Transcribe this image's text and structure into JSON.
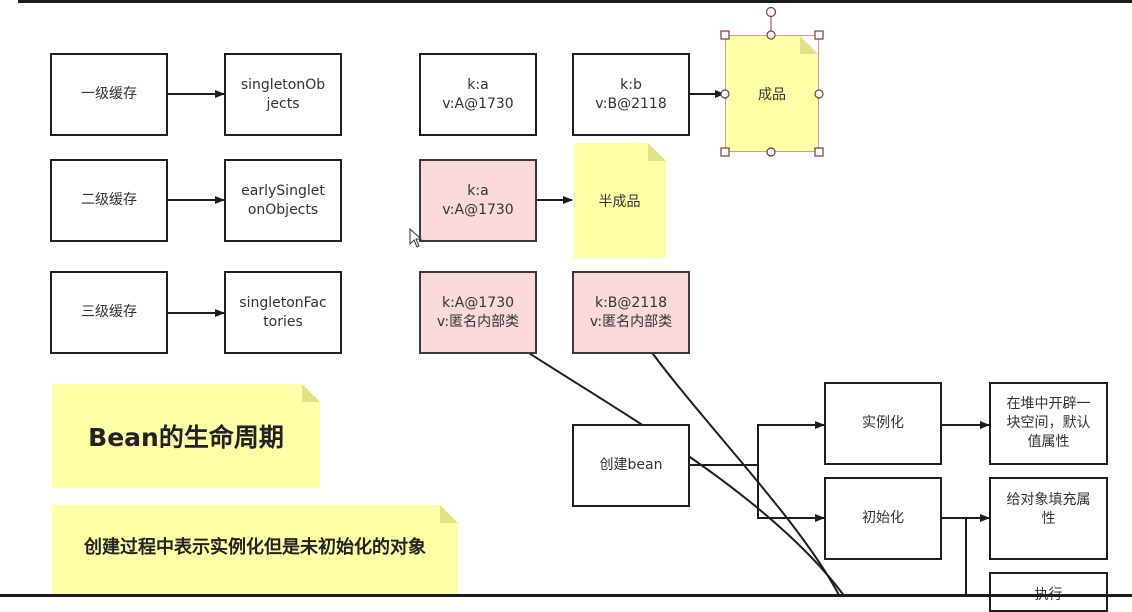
{
  "cache_levels": [
    {
      "level": "一级缓存",
      "map": "singletonOb\njects"
    },
    {
      "level": "二级缓存",
      "map": "earlySinglet\nonObjects"
    },
    {
      "level": "三级缓存",
      "map": "singletonFac\ntories"
    }
  ],
  "entries": {
    "first_a": "k:a\nv:A@1730",
    "first_b": "k:b\nv:B@2118",
    "second_a": "k:a\nv:A@1730",
    "third_a": "k:A@1730\nv:匿名内部类",
    "third_b": "k:B@2118\nv:匿名内部类"
  },
  "notes": {
    "finished": "成品",
    "semi_finished": "半成品",
    "lifecycle_title": "Bean的生命周期",
    "semi_description": "创建过程中表示实例化但是未初始化的对象"
  },
  "lifecycle": {
    "create": "创建bean",
    "instantiate": "实例化",
    "instantiate_detail": "在堆中开辟一\n块空间，默认\n值属性",
    "initialize": "初始化",
    "initialize_detail": "给对象填充属\n性",
    "execute": "执行"
  },
  "colors": {
    "note_yellow": "#ffffa8",
    "pink_fill": "#f9d9d9",
    "stroke": "#1e1e1e"
  }
}
